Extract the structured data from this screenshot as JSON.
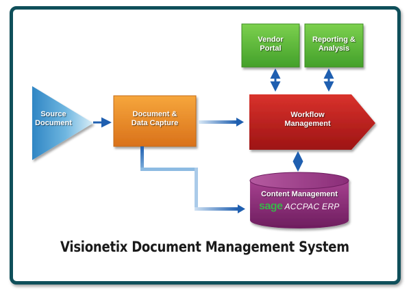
{
  "nodes": {
    "source": {
      "label": "Source\nDocument"
    },
    "capture": {
      "label": "Document &\nData Capture"
    },
    "workflow": {
      "label": "Workflow\nManagement"
    },
    "vendor": {
      "label": "Vendor\nPortal"
    },
    "reporting": {
      "label": "Reporting &\nAnalysis"
    },
    "content": {
      "label": "Content Management"
    }
  },
  "sage_logo": {
    "word": "sage",
    "product": "ACCPAC ERP"
  },
  "title": "Visionetix Document Management System",
  "colors": {
    "frame": "#0f4f5a",
    "source": "#4a9fd0",
    "capture": "#e88a2a",
    "workflow": "#c0201f",
    "vendor": "#5cb83a",
    "reporting": "#5cb83a",
    "content": "#8a2d78",
    "arrow": "#1f5fb0"
  }
}
